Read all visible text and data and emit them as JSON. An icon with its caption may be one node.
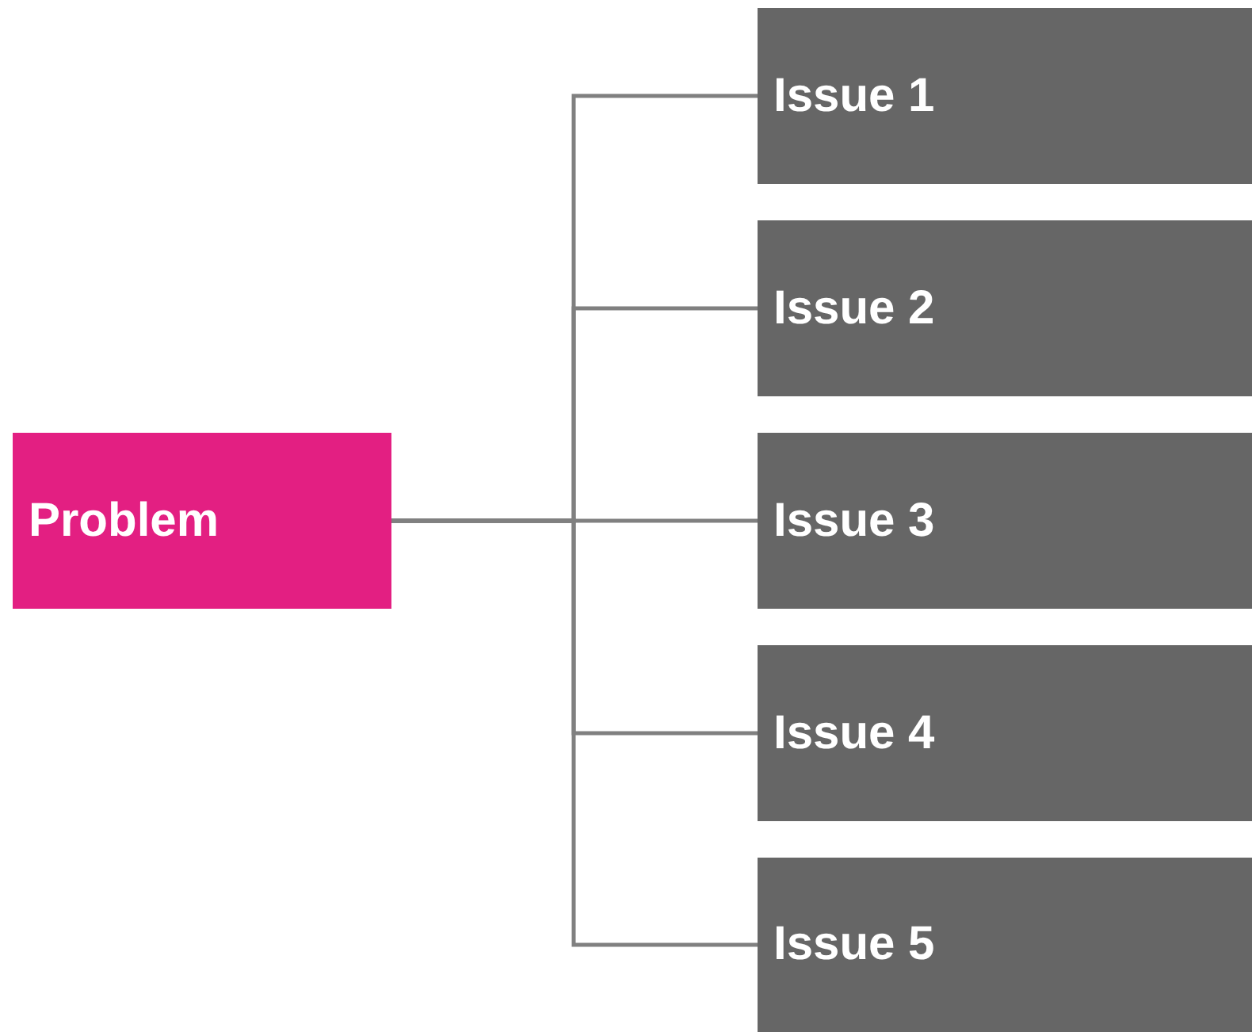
{
  "diagram": {
    "nodes": [
      {
        "text": [
          "Problem"
        ]
      },
      {
        "text": [
          "Issue 1"
        ]
      },
      {
        "text": [
          "Issue 2"
        ]
      },
      {
        "text": [
          "Issue 3"
        ]
      },
      {
        "text": [
          "Issue 4"
        ]
      },
      {
        "text": [
          "Issue 5"
        ]
      }
    ],
    "edges": [
      {
        "from": 0,
        "to": 1,
        "arrow": "none"
      },
      {
        "from": 0,
        "to": 2,
        "arrow": "none"
      },
      {
        "from": 0,
        "to": 3,
        "arrow": "none"
      },
      {
        "from": 0,
        "to": 4,
        "arrow": "none"
      },
      {
        "from": 0,
        "to": 5,
        "arrow": "none"
      }
    ]
  }
}
